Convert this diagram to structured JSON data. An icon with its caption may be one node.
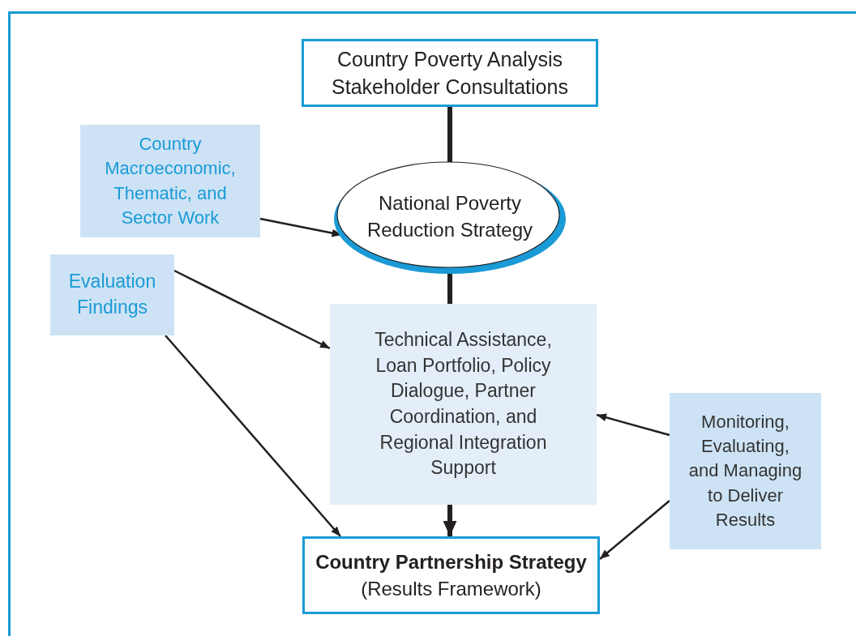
{
  "diagram": {
    "nodes": [
      {
        "text": [
          "Country Poverty Analysis",
          "Stakeholder Consultations"
        ]
      },
      {
        "text": [
          "Country Macroeconomic, Thematic, and Sector Work"
        ]
      },
      {
        "text": [
          "Evaluation Findings"
        ]
      },
      {
        "text": [
          "National Poverty Reduction Strategy"
        ]
      },
      {
        "text": [
          "Technical Assistance, Loan Portfolio, Policy Dialogue, Partner Coordination, and Regional Integration Support"
        ]
      },
      {
        "text": [
          "Monitoring, Evaluating, and Managing to Deliver Results"
        ]
      },
      {
        "text": [
          "Country Partnership Strategy",
          "(Results Framework)"
        ]
      }
    ],
    "edges": [
      {
        "from": 0,
        "to": 3,
        "arrow": "none",
        "style": "thick"
      },
      {
        "from": 1,
        "to": 3,
        "arrow": "to"
      },
      {
        "from": 3,
        "to": 4,
        "arrow": "none",
        "style": "thick"
      },
      {
        "from": 2,
        "to": 4,
        "arrow": "to"
      },
      {
        "from": 2,
        "to": 6,
        "arrow": "to"
      },
      {
        "from": 5,
        "to": 4,
        "arrow": "to"
      },
      {
        "from": 5,
        "to": 6,
        "arrow": "to"
      },
      {
        "from": 4,
        "to": 6,
        "arrow": "to",
        "style": "thick"
      }
    ]
  }
}
